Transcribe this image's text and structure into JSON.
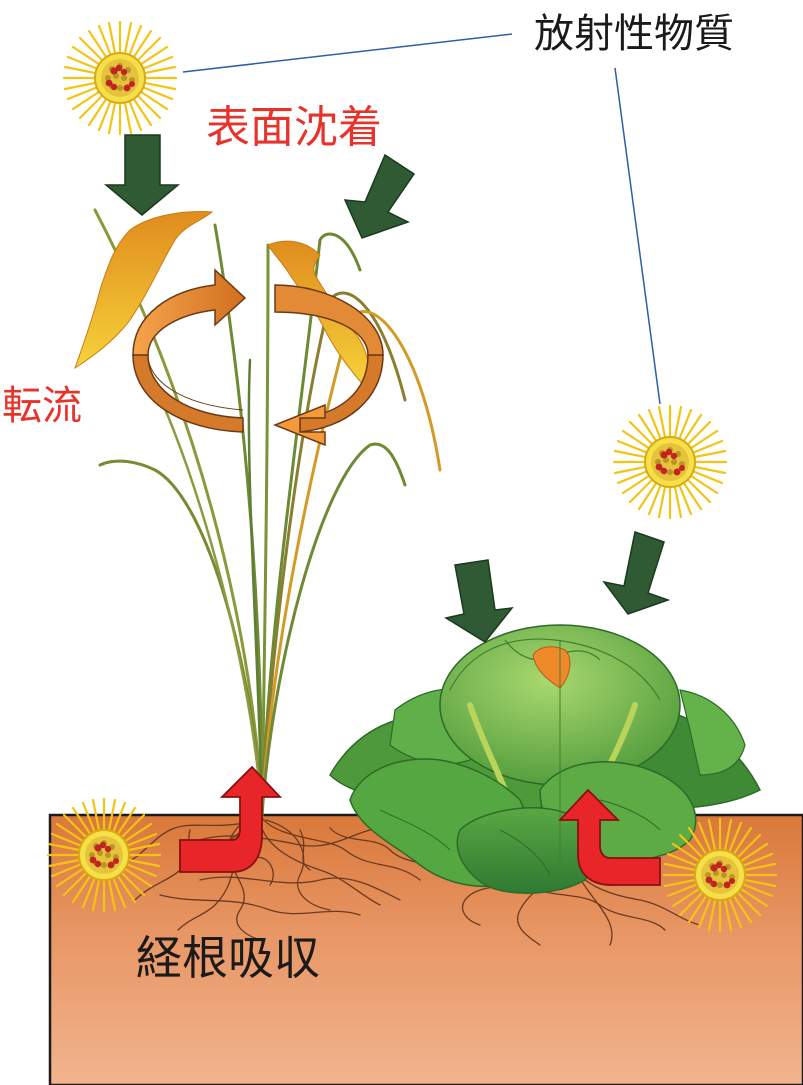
{
  "labels": {
    "radioactive_material": "放射性物質",
    "surface_deposition": "表面沈着",
    "translocation": "転流",
    "root_absorption": "経根吸収"
  },
  "colors": {
    "label_red": "#e8332a",
    "label_dark": "#1a1a1a",
    "arrow_dark_green": "#2f5a33",
    "arrow_red": "#e8262a",
    "arrow_orange": "#f08a2e",
    "soil_top": "#d9783a",
    "soil_bottom": "#f2b48e",
    "leader_line": "#2d5fa8",
    "particle_ray": "#f7d417",
    "cabbage_green": "#6cb84b"
  },
  "icons": {
    "particle": "radioactive-particle-icon",
    "arrow_down": "dark-green-arrow-icon",
    "arrow_up": "red-curved-arrow-icon",
    "cycle": "circular-arrows-icon"
  }
}
